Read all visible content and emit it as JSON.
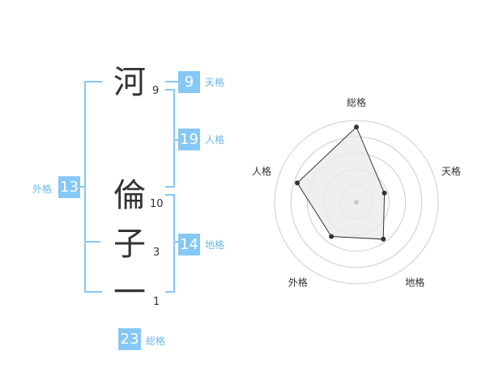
{
  "name": {
    "chars": [
      {
        "char": "河",
        "strokes": "9"
      },
      {
        "char": "倫",
        "strokes": "10"
      },
      {
        "char": "子",
        "strokes": "3"
      },
      {
        "char": "一",
        "strokes": "1"
      }
    ]
  },
  "kaku": {
    "tenkaku": {
      "label": "天格",
      "value": "9"
    },
    "jinkaku": {
      "label": "人格",
      "value": "19"
    },
    "chikaku": {
      "label": "地格",
      "value": "14"
    },
    "gaikaku": {
      "label": "外格",
      "value": "13"
    },
    "soukaku": {
      "label": "総格",
      "value": "23"
    }
  },
  "colors": {
    "accent": "#85c8f5",
    "label": "#6ab8ec",
    "text": "#333333"
  },
  "chart_data": {
    "type": "radar",
    "axes": [
      "総格",
      "天格",
      "地格",
      "外格",
      "人格"
    ],
    "values": [
      23,
      9,
      14,
      13,
      19
    ]
  }
}
